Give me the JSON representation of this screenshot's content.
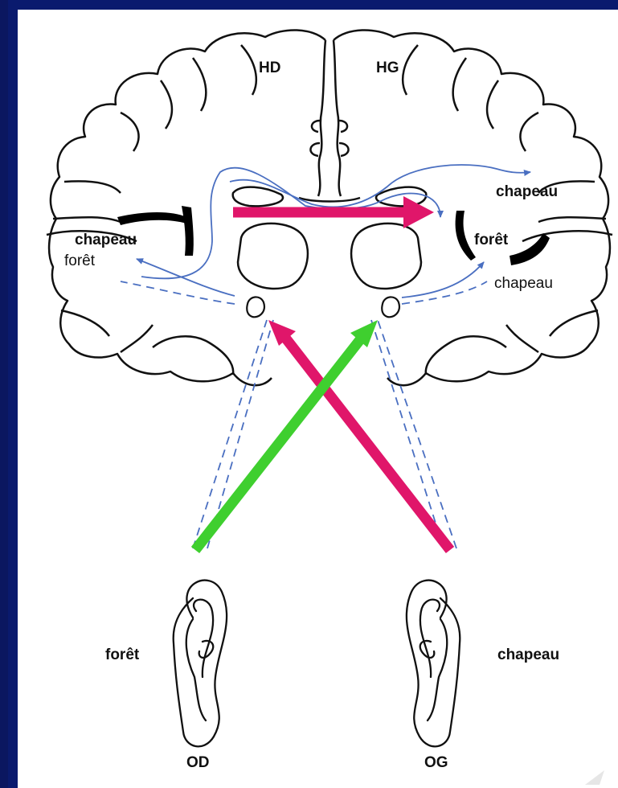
{
  "hemispheres": {
    "right": "HD",
    "left": "HG"
  },
  "left_side": {
    "word_bold": "chapeau",
    "word_plain": "forêt"
  },
  "right_side": {
    "top_word": "chapeau",
    "word_bold": "forêt",
    "word_plain": "chapeau"
  },
  "ears": {
    "right": {
      "label": "OD",
      "word": "forêt"
    },
    "left": {
      "label": "OG",
      "word": "chapeau"
    }
  },
  "colors": {
    "background": "#0a1a6e",
    "panel": "#ffffff",
    "outline": "#111111",
    "pathway": "#4a6fc1",
    "arrow_magenta": "#e0166a",
    "arrow_green": "#3fcf2f"
  }
}
